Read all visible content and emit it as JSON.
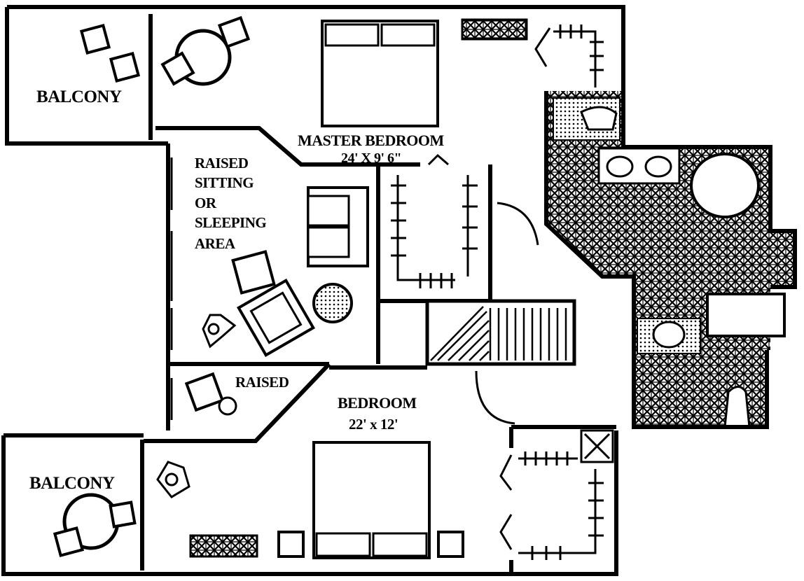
{
  "rooms": {
    "balcony_upper": "BALCONY",
    "balcony_lower": "BALCONY",
    "master_bedroom": {
      "name": "MASTER BEDROOM",
      "dimensions": "24' X 9' 6\""
    },
    "sitting_area": [
      "RAISED",
      "SITTING",
      "OR",
      "SLEEPING",
      "AREA"
    ],
    "raised": "RAISED",
    "bedroom": {
      "name": "BEDROOM",
      "dimensions": "22' x 12'"
    }
  },
  "colors": {
    "ink": "#000000",
    "paper": "#ffffff"
  }
}
